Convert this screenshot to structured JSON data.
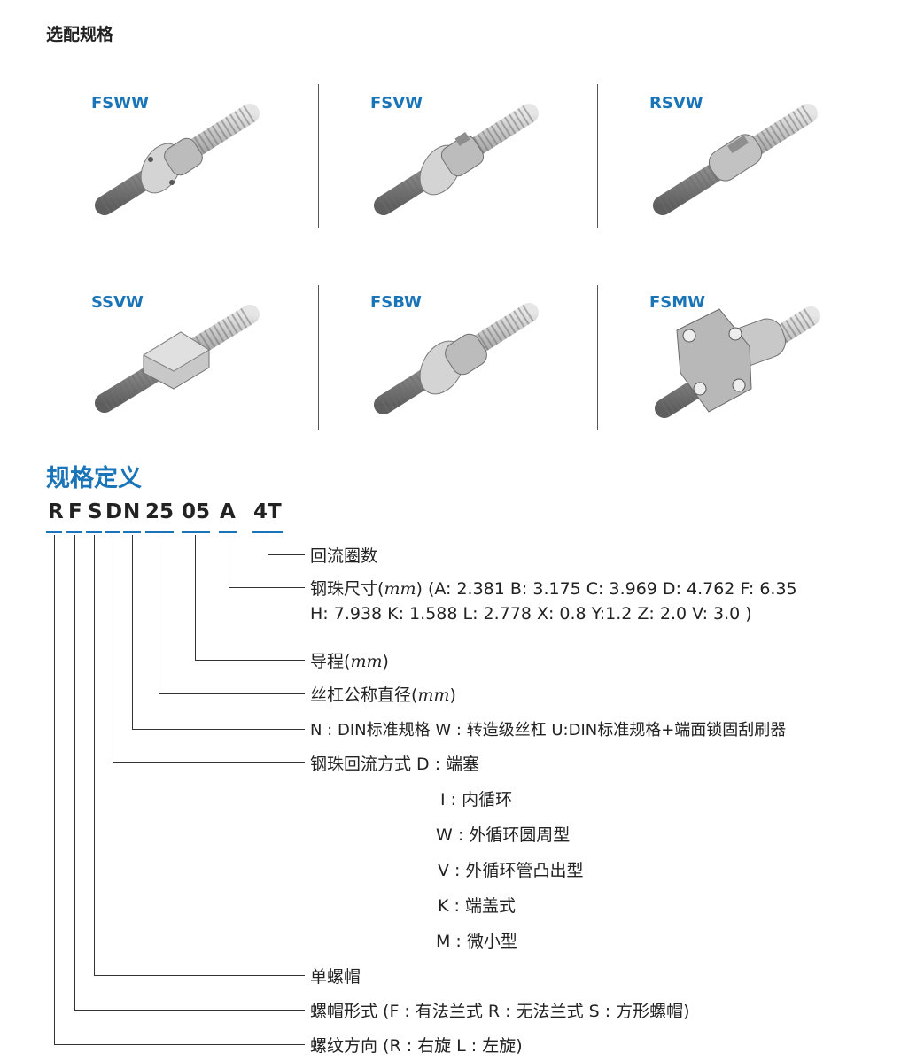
{
  "page": {
    "section_title": "选配规格",
    "definition_title": "规格定义"
  },
  "colors": {
    "accent": "#1a74b8",
    "text": "#222222",
    "line": "#333333"
  },
  "products": [
    {
      "model": "FSWW"
    },
    {
      "model": "FSVW"
    },
    {
      "model": "RSVW"
    },
    {
      "model": "SSVW"
    },
    {
      "model": "FSBW"
    },
    {
      "model": "FSMW"
    }
  ],
  "code": [
    "R",
    "F",
    "S",
    "D",
    "N",
    "25",
    "05",
    "A",
    "4T"
  ],
  "descriptions": {
    "turns": "回流圈数",
    "ball_size_prefix": "钢珠尺寸",
    "ball_size_unit": "mm",
    "ball_size_values1": "(A: 2.381   B: 3.175   C: 3.969   D: 4.762   F: 6.35",
    "ball_size_values2": "H: 7.938   K: 1.588   L: 2.778   X: 0.8   Y:1.2   Z: 2.0   V: 3.0 )",
    "lead_prefix": "导程",
    "lead_unit": "mm",
    "diameter_prefix": "丝杠公称直径",
    "diameter_unit": "mm",
    "standard": "N : DIN标准规格 W : 转造级丝杠 U:DIN标准规格+端面锁固刮刷器",
    "recirc_prefix": "钢珠回流方式 D : 端塞",
    "recirc_options": [
      "I  : 内循环",
      "W : 外循环圆周型",
      "V : 外循环管凸出型",
      "K : 端盖式",
      "M : 微小型"
    ],
    "single_nut": "单螺帽",
    "nut_form": "螺帽形式 (F : 有法兰式  R : 无法兰式  S : 方形螺帽)",
    "thread_dir": "螺纹方向 (R : 右旋  L : 左旋)"
  }
}
